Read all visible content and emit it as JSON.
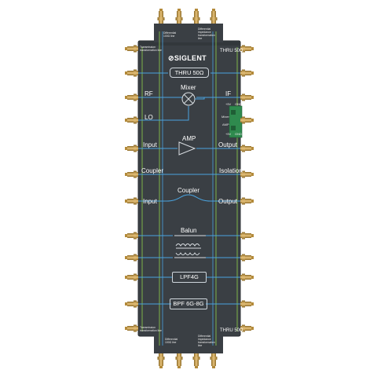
{
  "board": {
    "brand": "SIGLENT",
    "thru_top_right": "THRU 50Ω",
    "thru_bottom_right": "THRU 50Ω",
    "thru_box": "THRU 50Ω",
    "mixer_title": "Mixer",
    "rf": "RF",
    "lo": "LO",
    "if": "IF",
    "amp_title": "AMP",
    "amp_input": "Input",
    "amp_output": "Output",
    "coupler_left": "Coupler",
    "isolation": "Isolation",
    "coupler_title": "Coupler",
    "coupler_input": "Input",
    "coupler_output": "Output",
    "balun_title": "Balun",
    "lpf": "LPF4G",
    "bpf": "BPF 6G-8G",
    "top_left_note": "Transmission transformation line",
    "top_center_note1": "Differential 100Ω line",
    "top_center_note2": "Differential impedance transformation line",
    "bottom_left_note": "Transmission transformation line",
    "bottom_center_note1": "Differential 100Ω line",
    "bottom_center_note2": "Differential impedance transformation line",
    "module_labels": [
      "+5V",
      "GND",
      "Mixer",
      "AMP",
      "+5V",
      "GND"
    ]
  },
  "colors": {
    "panel": "#3a3f44",
    "panel_edge": "#2a2e32",
    "trace_blue": "#4aa3df",
    "trace_green": "#8ed14a",
    "trace_white": "#d9dee2",
    "connector_gold": "#c9a04a",
    "module_green": "#2f8a4e"
  }
}
